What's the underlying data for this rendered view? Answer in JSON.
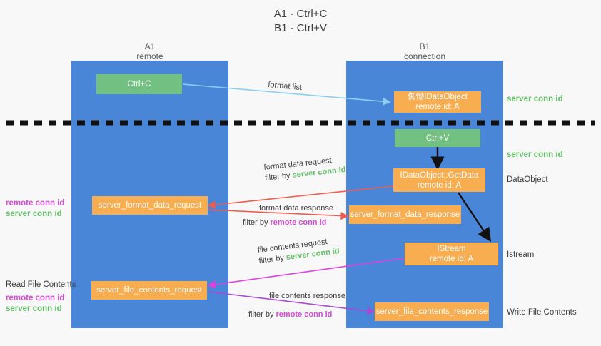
{
  "title": {
    "line1": "A1 - Ctrl+C",
    "line2": "B1 - Ctrl+V"
  },
  "columns": [
    {
      "name": "A1",
      "sub": "remote"
    },
    {
      "name": "B1",
      "sub": "connection"
    }
  ],
  "nodes": {
    "ctrl_c": "Ctrl+C",
    "ctrl_v": "Ctrl+V",
    "idataobject_title": "倁怮IDataObject",
    "idataobject_sub": "remote id: A",
    "getdata_title": "IDataObject::GetData",
    "getdata_sub": "remote id: A",
    "istream_title": "IStream",
    "istream_sub": "remote id: A",
    "server_format_data_request": "server_format_data_request",
    "server_format_data_response": "server_format_data_response",
    "server_file_contents_request": "server_file_contents_request",
    "server_file_contents_response": "server_file_contents_response"
  },
  "edges": {
    "format_list": "format list",
    "format_data_request": "format data request",
    "format_data_response": "format data response",
    "file_contents_request": "file contents request",
    "file_contents_response": "file contents response",
    "filter_by": "filter by ",
    "server_conn_id": "server conn id",
    "remote_conn_id": "remote conn id"
  },
  "side_labels": {
    "right_server_conn_top": "server conn id",
    "right_server_conn_mid": "server conn id",
    "right_dataobject": "DataObject",
    "right_istream": "Istream",
    "right_write_file_contents": "Write File Contents",
    "left_remote_conn_1": "remote conn id",
    "left_server_conn_1": "server conn id",
    "left_read_file_contents": "Read File Contents",
    "left_remote_conn_2": "remote conn id",
    "left_server_conn_2": "server conn id"
  },
  "colors": {
    "lane": "#4a86d8",
    "node_orange": "#f9ad51",
    "node_green": "#73c182",
    "arrow_blue": "#8ecdf0",
    "arrow_red": "#ef5b4c",
    "arrow_magenta": "#e040e0",
    "arrow_purple": "#a64bd4",
    "arrow_black": "#111111",
    "divider": "#111111",
    "green_text": "#66bb6a",
    "purple_text": "#d44ad4"
  }
}
